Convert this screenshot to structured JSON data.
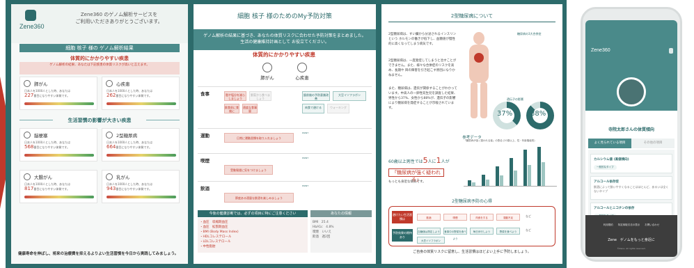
{
  "colors": {
    "teal": "#2d6b6b",
    "accent_red": "#c0392b",
    "light_teal": "#4a8a8a"
  },
  "page1": {
    "brand": "Zene360",
    "intro_line1": "Zene360 のゲノム解析サービスを",
    "intro_line2": "ご利用いただきありがとうございます。",
    "banner": "細胞 核子 様の ゲノム解析結果",
    "section_constitution": "体質的にかかりやすい疾患",
    "warning": "ゲノム解析の結果、あなたは下記疾患の体質リスクが高いと言えます。",
    "cards_top": [
      {
        "name": "肺がん",
        "desc": "日本人を1000人とした時、あなたは",
        "num": "227",
        "tail": "番目になりやすい体質です。"
      },
      {
        "name": "心疾患",
        "desc": "日本人を1000人とした時、あなたは",
        "num": "262",
        "tail": "番目になりやすい体質です。"
      }
    ],
    "section_lifestyle": "生活習慣の影響が大きい疾患",
    "cards_bottom": [
      {
        "name": "脳梗塞",
        "desc": "日本人を1000人とした時、あなたは",
        "num": "568",
        "tail": "番目になりやすい体質です。"
      },
      {
        "name": "2型糖尿病",
        "desc": "日本人を1000人とした時、あなたは",
        "num": "664",
        "tail": "番目になりやすい体質です。"
      },
      {
        "name": "大腸がん",
        "desc": "日本人を1000人とした時、あなたは",
        "num": "817",
        "tail": "番目になりやすい体質です。"
      },
      {
        "name": "乳がん",
        "desc": "日本人を1000人とした時、あなたは",
        "num": "943",
        "tail": "番目になりやすい体質です。"
      }
    ],
    "footer": "健康寿命を伸ばし、将来の治療費を抑えるよりよい生活習慣を今日から実践してみましょう。"
  },
  "page2": {
    "title": "細胞 核子 様のためのMy予防対策",
    "band_line1": "ゲノム解析の結果に基づき、あなたの体質リスクに合わせた予防対策をまとめました。",
    "band_line2": "生活の健康維持計画として お役立てください。",
    "risk_title": "体質的にかかりやすい疾患",
    "organ1": "肺がん",
    "organ2": "心疾患",
    "row_food": "食事",
    "row_exercise": "運動",
    "row_smoke": "喫煙",
    "row_alcohol": "飲酒",
    "food_chips": [
      "脂や塩分を減らしましょう",
      "野菜から食べましょう",
      "飲食前に食後に",
      "適度な食事量"
    ],
    "food_tags": [
      "飯前後の予防意識改善",
      "大豆イソフラボン",
      "肉食で避ける",
      "ウォーキング"
    ],
    "exercise_chip": "日常に運動習慣を取り入れましょう",
    "smoke_chip": "受動喫煙に気をつけましょう",
    "alcohol_chip": "節度ある適量な飲酒を楽しみましょう",
    "point": "POINT",
    "box_head": "今後の健康診断では、必ずの項目に特にご注意ください",
    "box_head2": "あなたの情報",
    "box_items": [
      "・血圧　収縮期血圧",
      "・血圧　拡張期血圧",
      "・BMI (Body Mass Index)",
      "・HDLコレステロール",
      "・LDLコレステロール",
      "・中性脂肪"
    ],
    "info_items": [
      "BMI　25.4",
      "HbA1c　4.8%",
      "喫煙　いいえ",
      "飲酒　週2回"
    ]
  },
  "page3": {
    "title": "2型糖尿病について",
    "text1": "2型糖尿病は、すい臓から分泌されるインスリンという ホルモンの働きが低下し、血糖値が慢性的に高くなってしまう病気です。",
    "text2": "2型糖尿病は、一度発症してしまうと治すことができません。また、様々な合併症のリスクを高め、長期や 目の障害を引き起こす原因になりかねません。",
    "text3": "また、糖尿病は、遺伝が関係することがわかっています。中高人の一卵性双生児を調査した結果、男性から37%、女性から88%が、遺伝子の影響により糖尿病を発症することが示唆されています。",
    "legend_label": "糖尿病の3大合併症",
    "pct1": "37%",
    "pct2": "88%",
    "donut_caption": "遺伝子の影響",
    "ref_title": "参考データ",
    "big_stat_pre": "60歳以上男性では",
    "big_stat_n1": "5",
    "big_stat_mid": "人に",
    "big_stat_n2": "1",
    "big_stat_post": "人が",
    "callout": "「糖尿病が強く疑われる」",
    "callout_sub": "もっとも身近な病気です。",
    "chart_caption": "「糖尿病が強く疑われる者」の割合 (20歳以上、性・年齢階級別)",
    "key_title": "2型糖尿病予防の心得",
    "key_lab1": "避けたい生活習慣は",
    "key_lab2": "予防効果の期待あり",
    "key_chips_bad": [
      "飲酒",
      "喫煙",
      "肉食をする",
      "運動不足"
    ],
    "key_chips_good": [
      "血糖値は測定しよう",
      "食事中の野菜を食べよう",
      "毎日歩行しよう",
      "野菜を食べよう",
      "大豆イソフラボン"
    ],
    "key_etc": "など",
    "footer": "ご自身の体質リスクに留意し、生活習慣はほどよい上手に予防しましょう。"
  },
  "phone": {
    "brand": "Zene360",
    "user_title": "寺院太郎さんの体質傾向",
    "tab_active": "よく見られている項目",
    "tab_inactive": "その他の項目",
    "items": [
      {
        "title": "カルシウム値 (高値傾向)",
        "desc": "",
        "pill": "一般的なタイプ"
      },
      {
        "title": "アルコール依存症",
        "desc": "飲酒によって酔いやすくなることはほとんど、あるいは全くないタイプ",
        "pill": ""
      },
      {
        "title": "アルコールとニコチンの依存",
        "desc": "",
        "pill": "一般的なタイプ"
      }
    ],
    "footer_links": "利用規約　　特定商取引法の表示　　お問い合わせ",
    "footer_brand": "Zene　ゲノムをもっと身近に",
    "footer_copy": "©Zene. All rights reserved."
  }
}
